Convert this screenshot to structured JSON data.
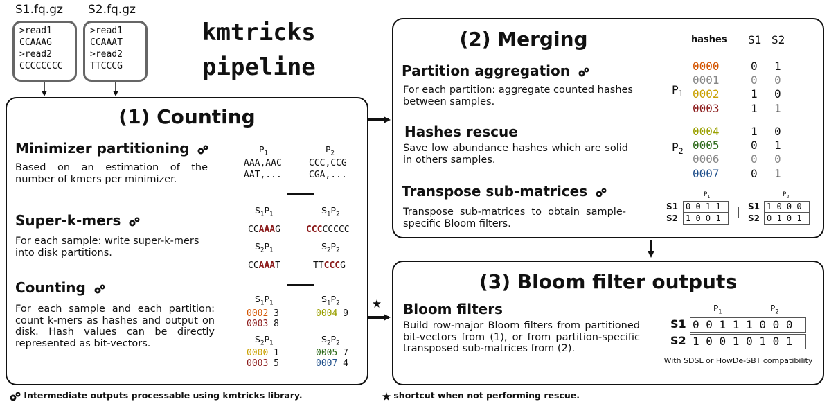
{
  "title": "kmtricks pipeline",
  "colors": {
    "c0000": "#d35400",
    "c0001": "#888888",
    "c0002": "#c9a000",
    "c0003": "#8b1a1a",
    "c0004": "#9aa000",
    "c0005": "#2e6b1c",
    "c0006": "#888888",
    "c0007": "#1f4f8b",
    "bold_red": "#8b1a1a"
  },
  "inputs": [
    {
      "name": "S1.fq.gz",
      "lines": [
        ">read1",
        "CCAAAG",
        ">read2",
        "CCCCCCCC"
      ]
    },
    {
      "name": "S2.fq.gz",
      "lines": [
        ">read1",
        "CCAAAT",
        ">read2",
        "TTCCCG"
      ]
    }
  ],
  "counting": {
    "title": "(1) Counting",
    "sections": [
      {
        "heading": "Minimizer partitioning",
        "text": "Based on an estimation of the number of kmers per minimizer."
      },
      {
        "heading": "Super-k-mers",
        "text": "For each sample: write super-k-mers into disk partitions."
      },
      {
        "heading": "Counting",
        "text": "For each sample and each partition: count k-mers as hashes and output on disk. Hash values can be directly represented as bit-vectors."
      }
    ],
    "partitions": {
      "p1": [
        "AAA,AAC",
        "AAT,..."
      ],
      "p2": [
        "CCC,CCG",
        "CGA,..."
      ]
    },
    "superkmers": {
      "s1p1": [
        "CC",
        "AAA",
        "G"
      ],
      "s1p2": [
        "",
        "CCC",
        "CCCCC"
      ],
      "s2p1": [
        "CC",
        "AAA",
        "T"
      ],
      "s2p2": [
        "TT",
        "CCC",
        "G"
      ]
    },
    "counts": {
      "s1p1": [
        [
          "0002",
          "3"
        ],
        [
          "0003",
          "8"
        ]
      ],
      "s1p2": [
        [
          "0004",
          "9"
        ]
      ],
      "s2p1": [
        [
          "0000",
          "1"
        ],
        [
          "0003",
          "5"
        ]
      ],
      "s2p2": [
        [
          "0005",
          "7"
        ],
        [
          "0007",
          "4"
        ]
      ]
    }
  },
  "merging": {
    "title": "(2) Merging",
    "sections": [
      {
        "heading": "Partition aggregation",
        "text": "For each partition: aggregate counted hashes between samples."
      },
      {
        "heading": "Hashes rescue",
        "text": "Save low abundance hashes which are solid in others samples."
      },
      {
        "heading": "Transpose sub-matrices",
        "text": "Transpose sub-matrices to obtain sample-specific Bloom filters."
      }
    ],
    "table_headers": [
      "hashes",
      "S1",
      "S2"
    ],
    "rows": [
      {
        "hash": "0000",
        "s1": "0",
        "s2": "1",
        "gray": false
      },
      {
        "hash": "0001",
        "s1": "0",
        "s2": "0",
        "gray": true
      },
      {
        "hash": "0002",
        "s1": "1",
        "s2": "0",
        "gray": false
      },
      {
        "hash": "0003",
        "s1": "1",
        "s2": "1",
        "gray": false
      },
      {
        "hash": "0004",
        "s1": "1",
        "s2": "0",
        "gray": false
      },
      {
        "hash": "0005",
        "s1": "0",
        "s2": "1",
        "gray": false
      },
      {
        "hash": "0006",
        "s1": "0",
        "s2": "0",
        "gray": true
      },
      {
        "hash": "0007",
        "s1": "0",
        "s2": "1",
        "gray": false
      }
    ],
    "sub_matrices": {
      "p1": {
        "S1": "0 0 1 1",
        "S2": "1 0 0 1"
      },
      "p2": {
        "S1": "1 0 0 0",
        "S2": "0 1 0 1"
      }
    }
  },
  "bloom": {
    "title": "(3) Bloom filter outputs",
    "heading": "Bloom filters",
    "text": "Build row-major Bloom filters from partitioned bit-vectors from (1), or from partition-specific transposed sub-matrices from (2).",
    "rows": {
      "S1": "0 0 1 1 1 0 0 0",
      "S2": "1 0 0 1 0 1 0 1"
    },
    "note": "With SDSL or HowDe-SBT compatibility"
  },
  "footnotes": {
    "wrench": "Intermediate outputs processable using kmtricks library.",
    "star": "shortcut when not performing rescue."
  },
  "labels": {
    "P": "P",
    "S": "S",
    "S1": "S1",
    "S2": "S2",
    "sub1": "1",
    "sub2": "2"
  }
}
